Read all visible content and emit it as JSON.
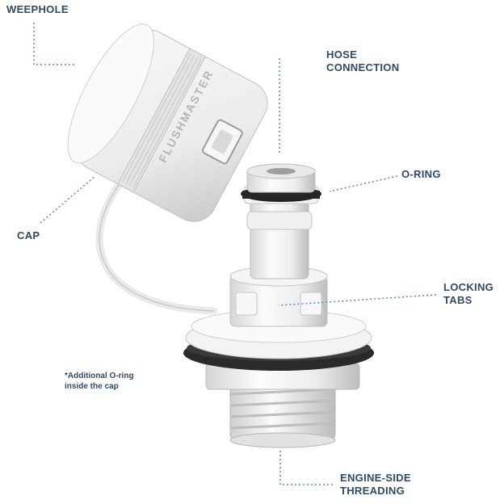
{
  "labels": {
    "weephole": "WEEPHOLE",
    "hose_connection": [
      "HOSE",
      "CONNECTION"
    ],
    "o_ring": "O-RING",
    "cap": "CAP",
    "locking_tabs": [
      "LOCKING",
      "TABS"
    ],
    "engine_side_threading": [
      "ENGINE-SIDE",
      "THREADING"
    ],
    "note": [
      "*Additional O-ring",
      "inside the cap"
    ]
  },
  "cap_brand_text": "FLUSHMASTER",
  "colors": {
    "label_text": "#2f4a66",
    "leader_line": "#5b8fbf",
    "plastic": "#f2f2f2",
    "shade": "#c9c9c9",
    "dark": "#2a2a2a"
  }
}
